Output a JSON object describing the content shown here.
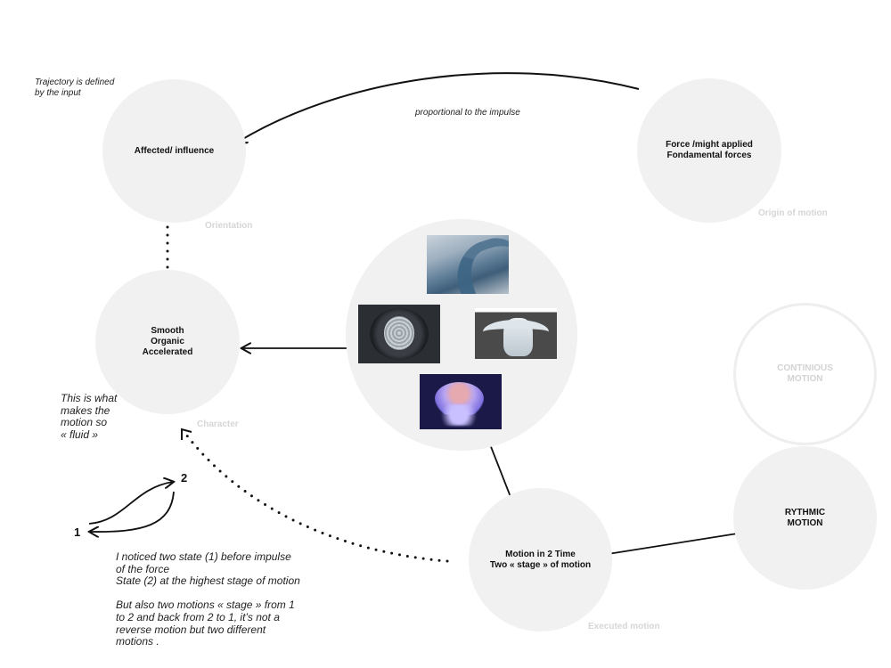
{
  "nodes": {
    "affected": {
      "label": "Affected/ influence",
      "caption": "Orientation"
    },
    "force": {
      "label": "Force /might applied\nFondamental forces",
      "caption": "Origin of motion"
    },
    "smooth": {
      "label": "Smooth\nOrganic\nAccelerated",
      "caption": "Character"
    },
    "examples": {
      "images": [
        {
          "name": "wave-photo",
          "alt": "Ocean wave"
        },
        {
          "name": "speaker-photo",
          "alt": "Vibrating speaker membrane"
        },
        {
          "name": "soft-robot-photo",
          "alt": "Soft robot gripper"
        },
        {
          "name": "jellyfish-photo",
          "alt": "Jellyfish"
        }
      ]
    },
    "continuous": {
      "label": "CONTINIOUS\nMOTION"
    },
    "rhythmic": {
      "label": "RYTHMIC\nMOTION"
    },
    "executed": {
      "label": "Motion in 2 Time\nTwo « stage » of motion",
      "caption": "Executed motion"
    }
  },
  "notes": {
    "trajectory": "Trajectory  is defined\n by the input",
    "impulse": "proportional to the impulse",
    "fluid": "This is what\nmakes the\nmotion so\n« fluid »",
    "states": "I noticed two state (1) before impulse\nof the force\nState (2) at the highest stage of motion\n\nBut also two motions  « stage » from 1\nto 2 and back from 2 to 1, it’s not a\nreverse motion but two different\nmotions ."
  },
  "state_labels": {
    "one": "1",
    "two": "2"
  }
}
